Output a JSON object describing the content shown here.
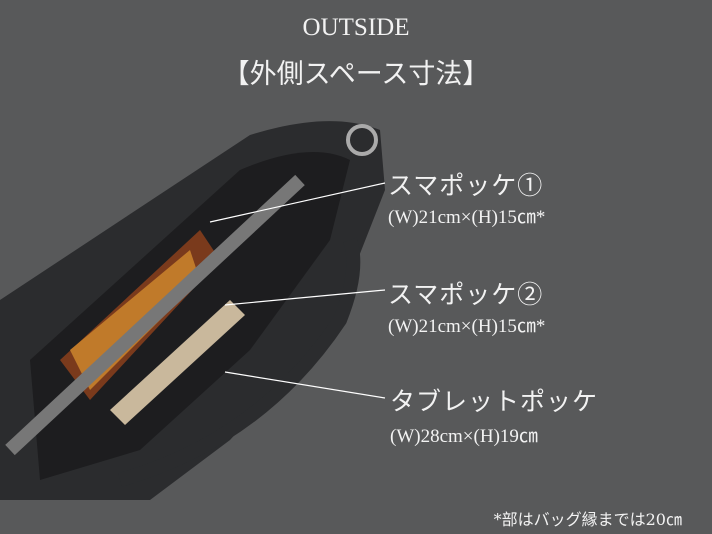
{
  "title": "OUTSIDE",
  "subtitle": "【外側スペース寸法】",
  "pockets": [
    {
      "label": "スマポッケ①",
      "dims": "(W)21cm×(H)15㎝*"
    },
    {
      "label": "スマポッケ②",
      "dims": "(W)21cm×(H)15㎝*"
    },
    {
      "label": "タブレットポッケ",
      "dims": "(W)28cm×(H)19㎝"
    }
  ],
  "note": "*部はバッグ縁までは20㎝",
  "colors": {
    "background": "#58595a",
    "bag": "#2b2c2e",
    "lining": "#7a3a1c",
    "text": "#f2f2f2"
  }
}
